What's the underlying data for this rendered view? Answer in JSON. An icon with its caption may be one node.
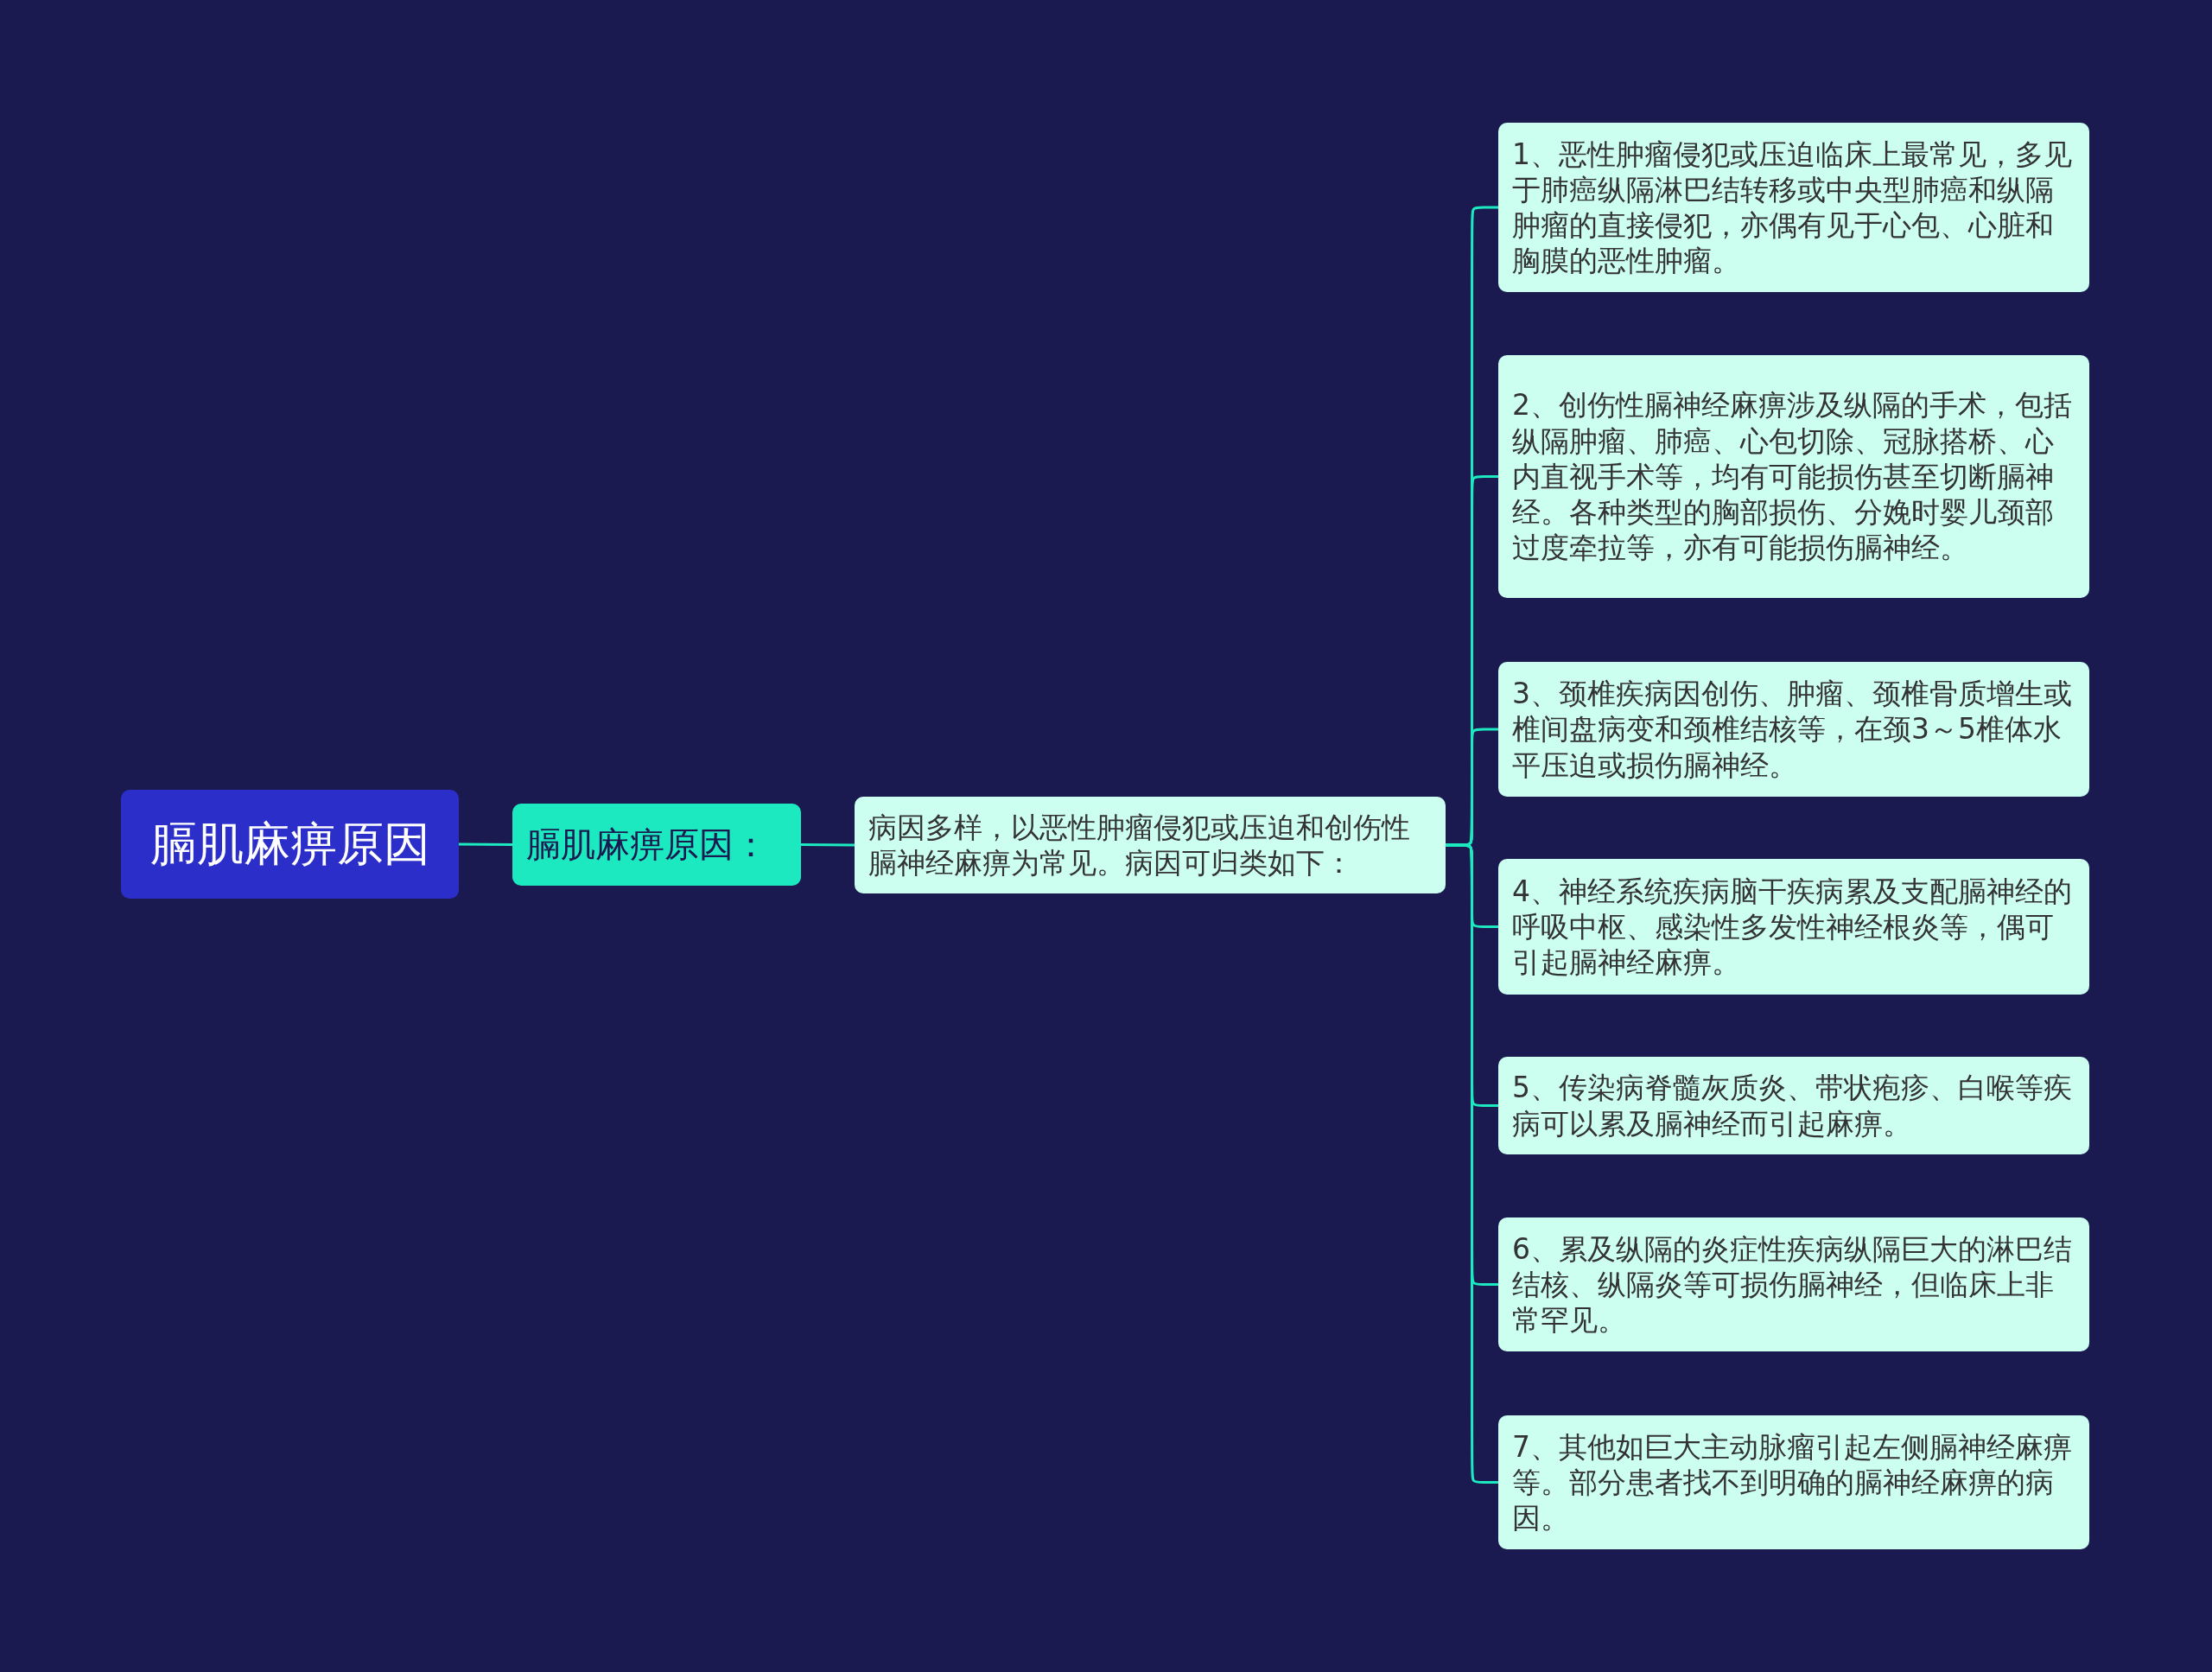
{
  "diagram": {
    "nodes": [
      {
        "text": [
          "膈肌麻痹原因"
        ]
      },
      {
        "text": [
          "膈肌麻痹原因："
        ]
      },
      {
        "text": [
          "病因多样，以恶性肿瘤侵犯或压迫和创伤性膈神经麻痹为常见。病因可归类如下："
        ]
      },
      {
        "text": [
          "1、恶性肿瘤侵犯或压迫临床上最常见，多见于肺癌纵隔淋巴结转移或中央型肺癌和纵隔肿瘤的直接侵犯，亦偶有见于心包、心脏和胸膜的恶性肿瘤。"
        ]
      },
      {
        "text": [
          "2、创伤性膈神经麻痹涉及纵隔的手术，包括纵隔肿瘤、肺癌、心包切除、冠脉搭桥、心内直视手术等，均有可能损伤甚至切断膈神经。各种类型的胸部损伤、分娩时婴儿颈部过度牵拉等，亦有可能损伤膈神经。"
        ]
      },
      {
        "text": [
          "3、颈椎疾病因创伤、肿瘤、颈椎骨质增生或椎间盘病变和颈椎结核等，在颈3～5椎体水平压迫或损伤膈神经。"
        ]
      },
      {
        "text": [
          "4、神经系统疾病脑干疾病累及支配膈神经的呼吸中枢、感染性多发性神经根炎等，偶可引起膈神经麻痹。"
        ]
      },
      {
        "text": [
          "5、传染病脊髓灰质炎、带状疱疹、白喉等疾病可以累及膈神经而引起麻痹。"
        ]
      },
      {
        "text": [
          "6、累及纵隔的炎症性疾病纵隔巨大的淋巴结结核、纵隔炎等可损伤膈神经，但临床上非常罕见。"
        ]
      },
      {
        "text": [
          "7、其他如巨大主动脉瘤引起左侧膈神经麻痹等。部分患者找不到明确的膈神经麻痹的病因。"
        ]
      }
    ],
    "edges": [
      {
        "from": 0,
        "to": 1,
        "arrow": "none"
      },
      {
        "from": 1,
        "to": 2,
        "arrow": "none"
      },
      {
        "from": 2,
        "to": 3,
        "arrow": "none"
      },
      {
        "from": 2,
        "to": 4,
        "arrow": "none"
      },
      {
        "from": 2,
        "to": 5,
        "arrow": "none"
      },
      {
        "from": 2,
        "to": 6,
        "arrow": "none"
      },
      {
        "from": 2,
        "to": 7,
        "arrow": "none"
      },
      {
        "from": 2,
        "to": 8,
        "arrow": "none"
      },
      {
        "from": 2,
        "to": 9,
        "arrow": "none"
      }
    ]
  }
}
